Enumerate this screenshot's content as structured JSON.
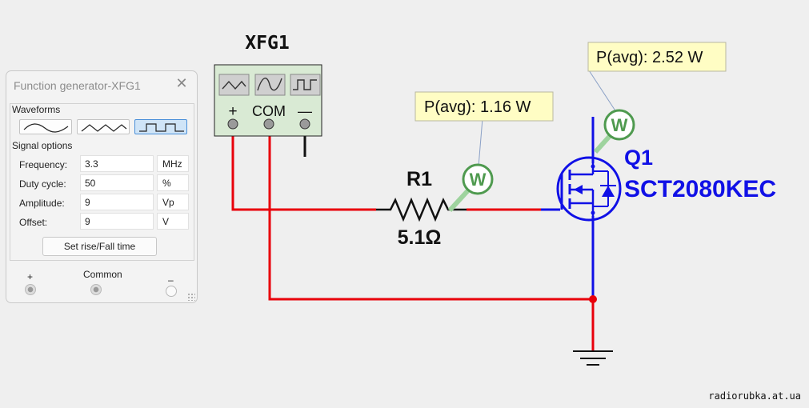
{
  "schematic": {
    "generator_ref": "XFG1",
    "generator_terminals": {
      "plus": "+",
      "com": "COM",
      "minus": "—"
    },
    "resistor_ref": "R1",
    "resistor_value": "5.1Ω",
    "transistor_ref": "Q1",
    "transistor_model": "SCT2080KEC",
    "probe_symbol": "W",
    "probe_r1_reading": "P(avg): 1.16 W",
    "probe_q1_reading": "P(avg): 2.52 W",
    "colors": {
      "wire_red": "#e8000b",
      "wire_blue": "#1010e6",
      "wire_black": "#111111",
      "label_blue": "#1010e6",
      "probe_green": "#4f9a4f",
      "tooltip_bg": "#fffdc4"
    }
  },
  "fg_panel": {
    "title": "Function generator-XFG1",
    "waveforms_label": "Waveforms",
    "waveforms": [
      {
        "icon": "sine-wave-icon",
        "selected": false
      },
      {
        "icon": "triangle-wave-icon",
        "selected": false
      },
      {
        "icon": "square-wave-icon",
        "selected": true
      }
    ],
    "signal_options_label": "Signal options",
    "fields": [
      {
        "label": "Frequency:",
        "value": "3.3",
        "unit": "MHz"
      },
      {
        "label": "Duty cycle:",
        "value": "50",
        "unit": "%"
      },
      {
        "label": "Amplitude:",
        "value": "9",
        "unit": "Vp"
      },
      {
        "label": "Offset:",
        "value": "9",
        "unit": "V"
      }
    ],
    "rise_fall_button": "Set rise/Fall time",
    "terminal_plus": "+",
    "terminal_common": "Common",
    "terminal_minus": "–"
  },
  "watermark": "radiorubka.at.ua"
}
